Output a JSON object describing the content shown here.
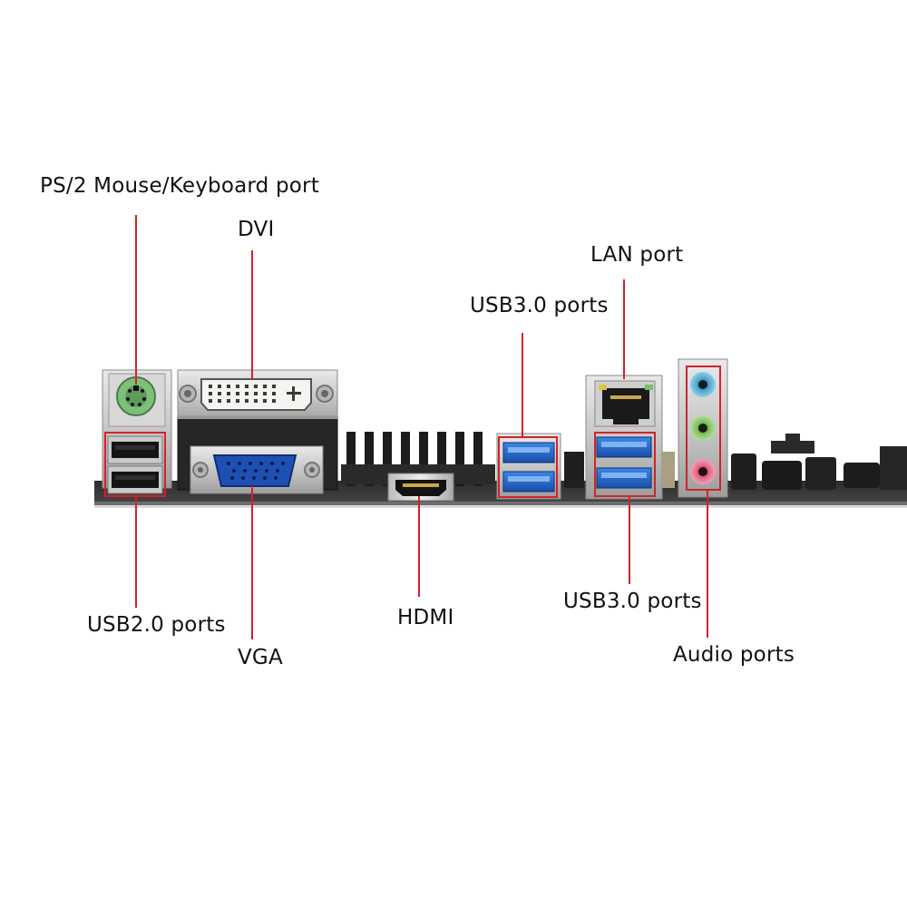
{
  "labels": {
    "ps2": "PS/2 Mouse/Keyboard port",
    "dvi": "DVI",
    "lan": "LAN port",
    "usb3_top": "USB3.0 ports",
    "usb2": "USB2.0 ports",
    "vga": "VGA",
    "hdmi": "HDMI",
    "usb3_bottom": "USB3.0 ports",
    "audio": "Audio ports"
  },
  "colors": {
    "callout": "#d2232a",
    "pcb": "#3a3a3a",
    "ps2_port": "#7ec07a",
    "usb3_blue": "#1f63c8",
    "vga_blue": "#1e50b4",
    "audio_blue": "#5fb0d8",
    "audio_green": "#8cc86e",
    "audio_pink": "#e86a8a"
  }
}
